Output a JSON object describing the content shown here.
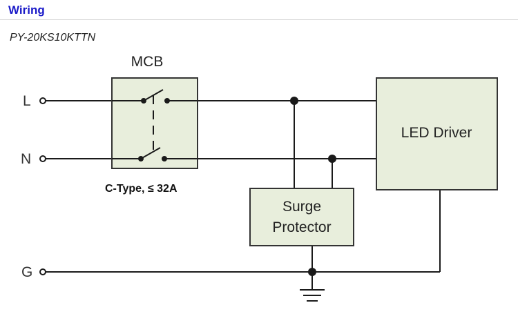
{
  "header": {
    "title": "Wiring",
    "model": "PY-20KS10KTTN"
  },
  "diagram": {
    "terminals": {
      "line": "L",
      "neutral": "N",
      "ground": "G"
    },
    "mcb": {
      "title": "MCB",
      "caption": "C-Type, ≤ 32A"
    },
    "surge_protector": {
      "line1": "Surge",
      "line2": "Protector"
    },
    "led_driver": {
      "label": "LED Driver"
    },
    "colors": {
      "line": "#1a1a1a",
      "box_fill": "#e8eedc",
      "box_stroke": "#333333",
      "heading": "#1a1ac8"
    },
    "icons": [
      "terminal-circle",
      "junction-dot",
      "ground-symbol",
      "switch-contact"
    ]
  }
}
